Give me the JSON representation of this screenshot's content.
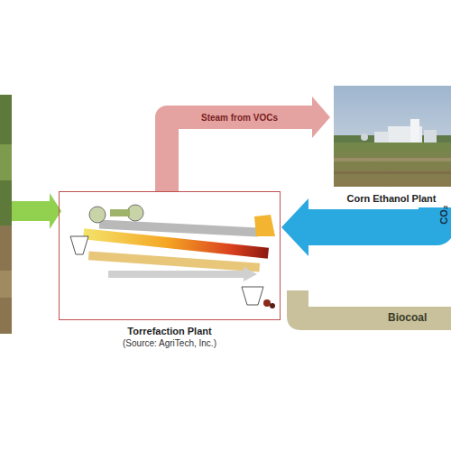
{
  "diagram": {
    "nodes": [
      {
        "text": [
          "Torrefaction Plant",
          "(Source: AgriTech, Inc.)"
        ]
      },
      {
        "text": [
          "Corn Ethanol Plant"
        ]
      }
    ],
    "edges": [
      {
        "from": 0,
        "to": 1,
        "arrow": "to",
        "label": "Steam from VOCs"
      },
      {
        "from": 1,
        "to": 0,
        "arrow": "to",
        "label": "CO₂"
      }
    ],
    "labels": [
      "Biocoal"
    ]
  }
}
